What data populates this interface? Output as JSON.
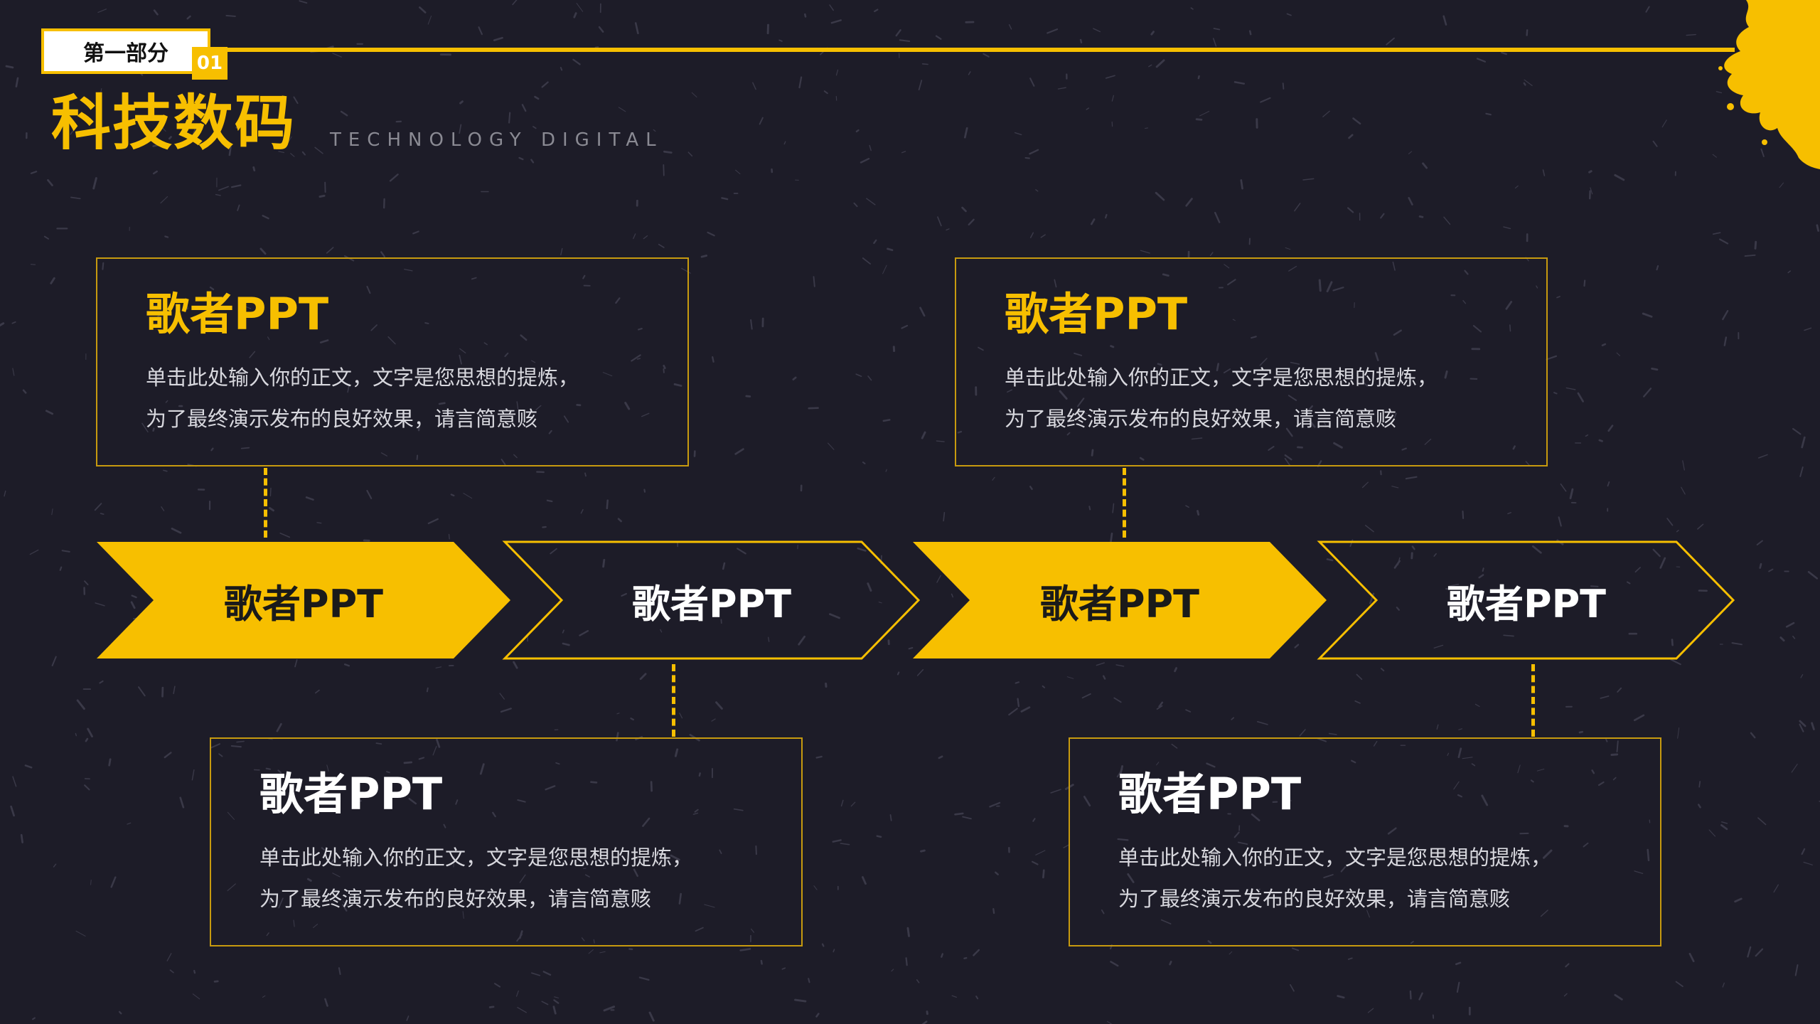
{
  "header": {
    "section_label": "第一部分",
    "section_number": "01",
    "title": "科技数码",
    "subtitle": "TECHNOLOGY DIGITAL"
  },
  "colors": {
    "background": "#1d1c28",
    "accent": "#f7bf00",
    "text_light": "#ffffff",
    "text_body": "#d8d8de"
  },
  "arrows": [
    {
      "label": "歌者PPT",
      "style": "filled"
    },
    {
      "label": "歌者PPT",
      "style": "outline"
    },
    {
      "label": "歌者PPT",
      "style": "filled"
    },
    {
      "label": "歌者PPT",
      "style": "outline"
    }
  ],
  "cards": [
    {
      "title": "歌者PPT",
      "line1": "单击此处输入你的正文，文字是您思想的提炼，",
      "line2": "为了最终演示发布的良好效果，请言简意赅"
    },
    {
      "title": "歌者PPT",
      "line1": "单击此处输入你的正文，文字是您思想的提炼，",
      "line2": "为了最终演示发布的良好效果，请言简意赅"
    },
    {
      "title": "歌者PPT",
      "line1": "单击此处输入你的正文，文字是您思想的提炼，",
      "line2": "为了最终演示发布的良好效果，请言简意赅"
    },
    {
      "title": "歌者PPT",
      "line1": "单击此处输入你的正文，文字是您思想的提炼，",
      "line2": "为了最终演示发布的良好效果，请言简意赅"
    }
  ]
}
